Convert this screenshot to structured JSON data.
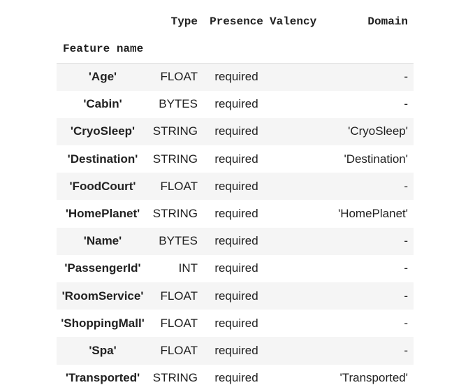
{
  "columns": {
    "type": "Type",
    "presence": "Presence",
    "valency": "Valency",
    "domain": "Domain"
  },
  "index_label": "Feature name",
  "rows": [
    {
      "feature": "'Age'",
      "type": "FLOAT",
      "presence": "required",
      "valency": "",
      "domain": "-"
    },
    {
      "feature": "'Cabin'",
      "type": "BYTES",
      "presence": "required",
      "valency": "",
      "domain": "-"
    },
    {
      "feature": "'CryoSleep'",
      "type": "STRING",
      "presence": "required",
      "valency": "",
      "domain": "'CryoSleep'"
    },
    {
      "feature": "'Destination'",
      "type": "STRING",
      "presence": "required",
      "valency": "",
      "domain": "'Destination'"
    },
    {
      "feature": "'FoodCourt'",
      "type": "FLOAT",
      "presence": "required",
      "valency": "",
      "domain": "-"
    },
    {
      "feature": "'HomePlanet'",
      "type": "STRING",
      "presence": "required",
      "valency": "",
      "domain": "'HomePlanet'"
    },
    {
      "feature": "'Name'",
      "type": "BYTES",
      "presence": "required",
      "valency": "",
      "domain": "-"
    },
    {
      "feature": "'PassengerId'",
      "type": "INT",
      "presence": "required",
      "valency": "",
      "domain": "-"
    },
    {
      "feature": "'RoomService'",
      "type": "FLOAT",
      "presence": "required",
      "valency": "",
      "domain": "-"
    },
    {
      "feature": "'ShoppingMall'",
      "type": "FLOAT",
      "presence": "required",
      "valency": "",
      "domain": "-"
    },
    {
      "feature": "'Spa'",
      "type": "FLOAT",
      "presence": "required",
      "valency": "",
      "domain": "-"
    },
    {
      "feature": "'Transported'",
      "type": "STRING",
      "presence": "required",
      "valency": "",
      "domain": "'Transported'"
    }
  ]
}
